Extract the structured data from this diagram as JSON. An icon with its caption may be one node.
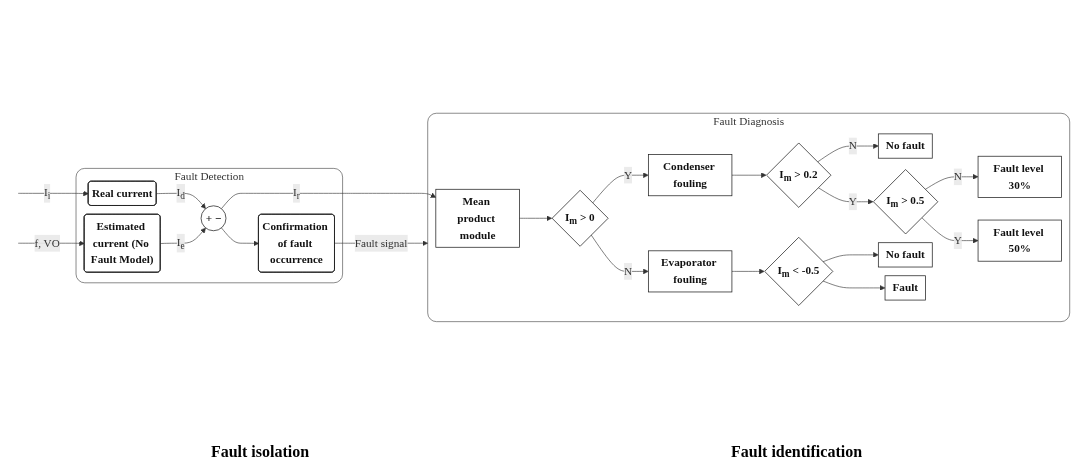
{
  "diagram": {
    "nodes": [
      {
        "text": [
          "Fault Detection"
        ]
      },
      {
        "text": [
          "Real current"
        ],
        "in": 0
      },
      {
        "text": [
          "+",
          "−"
        ],
        "in": 0
      },
      {
        "text": [
          "Estimated current (No Fault Model)"
        ],
        "in": 0
      },
      {
        "text": [
          "Confirmation of fault occurrence"
        ],
        "in": 0
      },
      {
        "text": [
          "Fault Diagnosis"
        ]
      },
      {
        "text": [
          "Mean product module"
        ],
        "in": 5
      },
      {
        "text": [
          "I$_{m}$ > 0"
        ],
        "in": 5
      },
      {
        "text": [
          "Condenser fouling"
        ],
        "in": 5
      },
      {
        "text": [
          "Evaporator fouling"
        ],
        "in": 5
      },
      {
        "text": [
          "I$_{m}$ > 0.2"
        ],
        "in": 5
      },
      {
        "text": [
          "No fault"
        ],
        "in": 5
      },
      {
        "text": [
          "I$_{m}$ > 0.5"
        ],
        "in": 5
      },
      {
        "text": [
          "Fault level 30%"
        ],
        "in": 5
      },
      {
        "text": [
          "Fault level 50%"
        ],
        "in": 5
      },
      {
        "text": [
          "I$_{m}$ < -0.5"
        ],
        "in": 5
      },
      {
        "text": [
          "No fault"
        ],
        "in": 5
      },
      {
        "text": [
          "Fault"
        ],
        "in": 5
      }
    ],
    "edges": [
      {
        "from": null,
        "to": 1,
        "arrow": "to",
        "label": "I$_{i}$"
      },
      {
        "from": null,
        "to": 3,
        "arrow": "to",
        "label": "f, VO"
      },
      {
        "from": 1,
        "to": 2,
        "arrow": "to",
        "label": "I$_{d}$"
      },
      {
        "from": 3,
        "to": 2,
        "arrow": "to",
        "label": "I$_{e}$"
      },
      {
        "from": 2,
        "to": 6,
        "arrow": "to",
        "label": "I$_{r}$"
      },
      {
        "from": 2,
        "to": 4,
        "arrow": "to"
      },
      {
        "from": 4,
        "to": 5,
        "arrow": "to",
        "label": "Fault signal"
      },
      {
        "from": 6,
        "to": 7,
        "arrow": "to"
      },
      {
        "from": 7,
        "to": 8,
        "arrow": "to",
        "label": "Y"
      },
      {
        "from": 7,
        "to": 9,
        "arrow": "to",
        "label": "N"
      },
      {
        "from": 8,
        "to": 10,
        "arrow": "to"
      },
      {
        "from": 10,
        "to": 11,
        "arrow": "to",
        "label": "N"
      },
      {
        "from": 10,
        "to": 12,
        "arrow": "to",
        "label": "Y"
      },
      {
        "from": 12,
        "to": 13,
        "arrow": "to",
        "label": "N"
      },
      {
        "from": 12,
        "to": 14,
        "arrow": "to",
        "label": "Y"
      },
      {
        "from": 9,
        "to": 15,
        "arrow": "to"
      },
      {
        "from": 15,
        "to": 16,
        "arrow": "to"
      },
      {
        "from": 15,
        "to": 17,
        "arrow": "to"
      }
    ],
    "labels": [
      "Fault isolation",
      "Fault identification"
    ]
  }
}
